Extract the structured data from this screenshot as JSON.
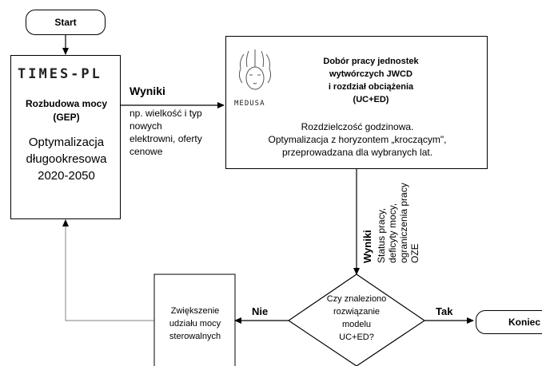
{
  "nodes": {
    "start": "Start",
    "times": {
      "logo": "TIMES-PL",
      "title": "Rozbudowa mocy\n(GEP)",
      "desc": "Optymalizacja\ndługookresowa\n2020-2050"
    },
    "medusa": {
      "logo": "MEDUSA",
      "title": "Dobór pracy jednostek\nwytwórczych JWCD\ni rozdział obciążenia\n(UC+ED)",
      "desc": "Rozdzielczość godzinowa.\nOptymalizacja z horyzontem „kroczącym\",\nprzeprowadzana dla wybranych lat."
    },
    "decision": "Czy znaleziono\nrozwiązanie\nmodelu\nUC+ED?",
    "increase": "Zwiększenie\nudziału mocy\nsterowalnych",
    "end": "Koniec"
  },
  "edges": {
    "wyniki_horizontal": {
      "label": "Wyniki",
      "text": "np. wielkość i typ\nnowych\nelektrowni, oferty\ncenowe"
    },
    "wyniki_vertical": {
      "label": "Wyniki",
      "text": "Status pracy,\ndeficyty mocy,\nograniczenia pracy\nOZE"
    },
    "no": "Nie",
    "yes": "Tak"
  }
}
